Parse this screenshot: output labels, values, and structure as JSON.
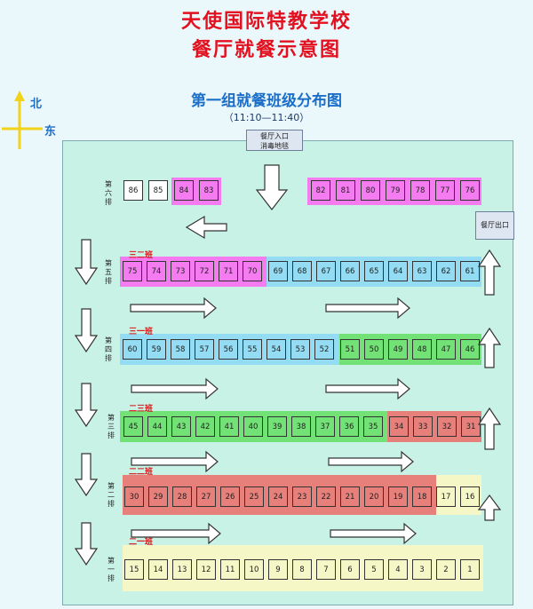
{
  "header": {
    "title_line1": "天使国际特教学校",
    "title_line2": "餐厅就餐示意图",
    "subtitle": "第一组就餐班级分布图",
    "time": "（11:10—11:40）"
  },
  "compass": {
    "north": "北",
    "east": "东"
  },
  "labels": {
    "entrance_line1": "餐厅入口",
    "entrance_line2": "消毒地毯",
    "exit": "餐厅出口"
  },
  "rows": [
    {
      "label": "第六排",
      "tables": [
        "86",
        "85",
        "84",
        "83",
        "82",
        "81",
        "80",
        "79",
        "78",
        "77",
        "76"
      ]
    },
    {
      "label": "第五排",
      "tables": [
        "75",
        "74",
        "73",
        "72",
        "71",
        "70",
        "69",
        "68",
        "67",
        "66",
        "65",
        "64",
        "63",
        "62",
        "61"
      ]
    },
    {
      "label": "第四排",
      "tables": [
        "60",
        "59",
        "58",
        "57",
        "56",
        "55",
        "54",
        "53",
        "52",
        "51",
        "50",
        "49",
        "48",
        "47",
        "46"
      ]
    },
    {
      "label": "第三排",
      "tables": [
        "45",
        "44",
        "43",
        "42",
        "41",
        "40",
        "39",
        "38",
        "37",
        "36",
        "35",
        "34",
        "33",
        "32",
        "31"
      ]
    },
    {
      "label": "第二排",
      "tables": [
        "30",
        "29",
        "28",
        "27",
        "26",
        "25",
        "24",
        "23",
        "22",
        "21",
        "20",
        "19",
        "18",
        "17",
        "16"
      ]
    },
    {
      "label": "第一排",
      "tables": [
        "15",
        "14",
        "13",
        "12",
        "11",
        "10",
        "9",
        "8",
        "7",
        "6",
        "5",
        "4",
        "3",
        "2",
        "1"
      ]
    }
  ],
  "classes": {
    "row5": "三二班",
    "row4": "三一班",
    "row3": "二三班",
    "row2": "二二班",
    "row1": "二一班"
  },
  "colors": {
    "title": "#e3101f",
    "subtitle": "#1b6fc9",
    "floor": "#c9f2e6",
    "magenta": "#f57cf0",
    "cyan": "#93dcf3",
    "green": "#73e276",
    "red": "#e7807b",
    "yellow": "#f6f7c6",
    "white": "#ffffff"
  }
}
